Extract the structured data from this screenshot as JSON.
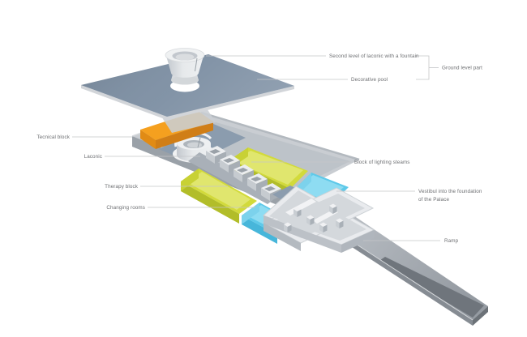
{
  "diagram": {
    "labels": {
      "second_level_laconic": "Second level of laconic with a fountain",
      "ground_level_part": "Ground level part",
      "decorative_pool": "Decorative pool",
      "tecnical_block": "Tecnical block",
      "laconic": "Laconic",
      "therapy_block": "Therapy block",
      "changing_rooms": "Changing rooms",
      "block_of_lighting_steams": "Block of lighting steams",
      "vestibul_line1": "Vestibul into the foundation",
      "vestibul_line2": "of the Palace",
      "ramp": "Ramp"
    },
    "colors": {
      "plate": "#7d8fa3",
      "orange": "#f5a01f",
      "yellow": "#d2da3b",
      "yellow_light": "#e0e66e",
      "cyan": "#5ec9e9",
      "cyan_light": "#8edcf2",
      "floor_blue": "#8b9cae",
      "leader_line": "#c5c6c8",
      "label_text": "#6d6f72"
    }
  }
}
